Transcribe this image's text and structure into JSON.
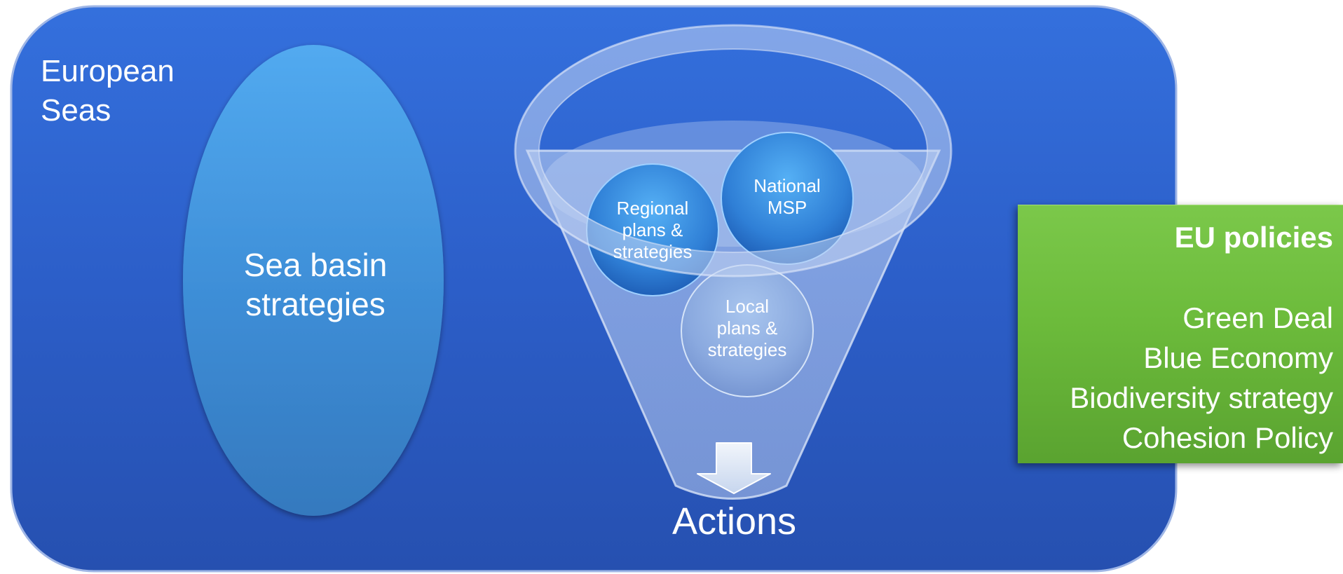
{
  "diagram": {
    "region_label_line1": "European",
    "region_label_line2": "Seas",
    "basin_label_line1": "Sea basin",
    "basin_label_line2": "strategies",
    "funnel_items": [
      {
        "line1": "Regional",
        "line2": "plans &",
        "line3": "strategies"
      },
      {
        "line1": "National",
        "line2": "MSP"
      },
      {
        "line1": "Local",
        "line2": "plans &",
        "line3": "strategies"
      }
    ],
    "funnel_output": "Actions",
    "policies": {
      "title": "EU policies",
      "items": [
        "Green Deal",
        "Blue Economy",
        "Biodiversity strategy",
        "Cohesion Policy"
      ]
    }
  },
  "colors": {
    "background_panel": "#2f62cf",
    "basin_ellipse": "#4a9fe6",
    "funnel": "#b8cdf0",
    "bubbles": "#3a8ee0",
    "policy_box": "#6cbb3b",
    "text": "#ffffff"
  }
}
